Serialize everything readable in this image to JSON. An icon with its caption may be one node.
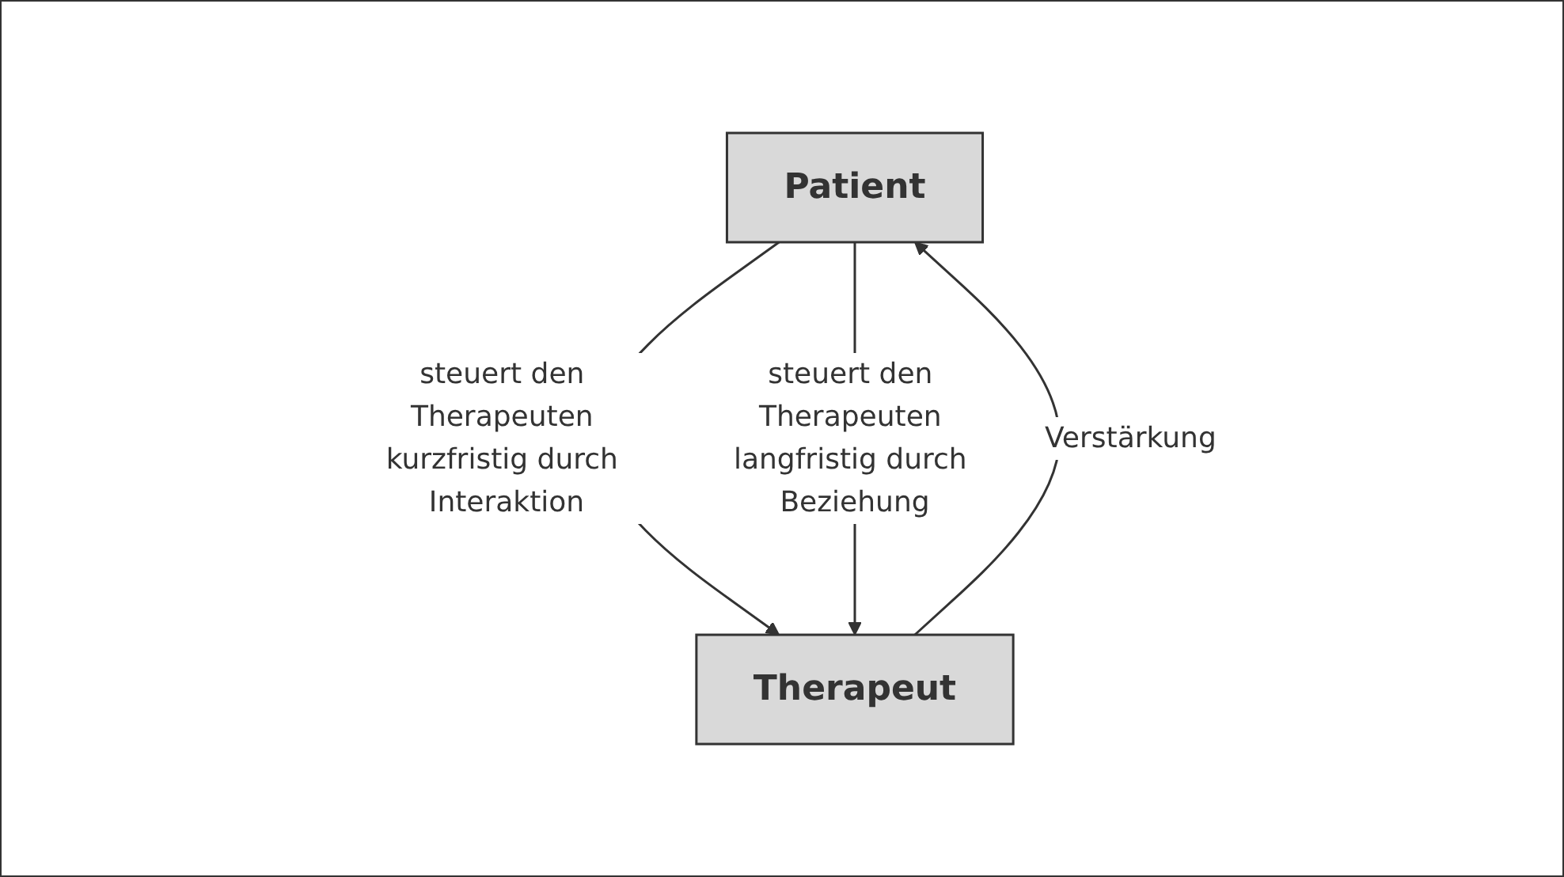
{
  "diagram": {
    "nodes": [
      {
        "text": [
          "Patient"
        ]
      },
      {
        "text": [
          "Therapeut"
        ]
      }
    ],
    "edges": [
      {
        "from": 0,
        "to": 1,
        "arrow": "to",
        "label": "steuert den Therapeuten kurzfristig durch Interaktion"
      },
      {
        "from": 1,
        "to": 0,
        "arrow": "to",
        "label": "Verstärkung"
      },
      {
        "from": 0,
        "to": 1,
        "arrow": "to",
        "label": "steuert den Therapeuten langfristig durch Beziehung"
      }
    ]
  }
}
